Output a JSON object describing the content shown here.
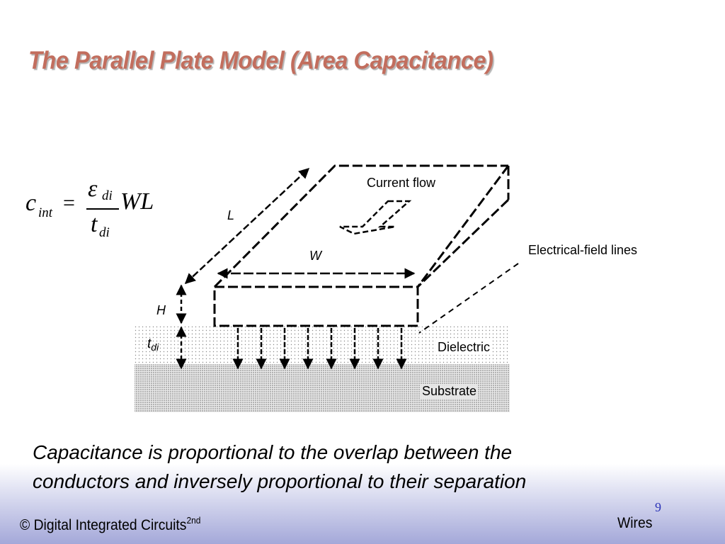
{
  "slide": {
    "title": "The Parallel Plate Model (Area Capacitance)",
    "caption_line1": "Capacitance is proportional to the overlap between the",
    "caption_line2": "conductors and inversely proportional to their separation"
  },
  "formula": {
    "lhs_symbol": "c",
    "lhs_subscript": "int",
    "equals": "=",
    "numerator_symbol": "ε",
    "numerator_subscript": "di",
    "denominator_symbol": "t",
    "denominator_subscript": "di",
    "rhs": "WL"
  },
  "diagram": {
    "current_flow_label": "Current flow",
    "length_label": "L",
    "width_label": "W",
    "height_label": "H",
    "thickness_symbol": "t",
    "thickness_subscript": "di",
    "field_lines_label": "Electrical-field lines",
    "dielectric_label": "Dielectric",
    "substrate_label": "Substrate"
  },
  "footer": {
    "copyright": "© Digital Integrated Circuits",
    "edition_superscript": "2nd",
    "section": "Wires",
    "page_number": "9"
  },
  "colors": {
    "title": "#c26e5e",
    "page_number": "#2c34b8",
    "footer_gradient_end": "#a4a8d9"
  }
}
